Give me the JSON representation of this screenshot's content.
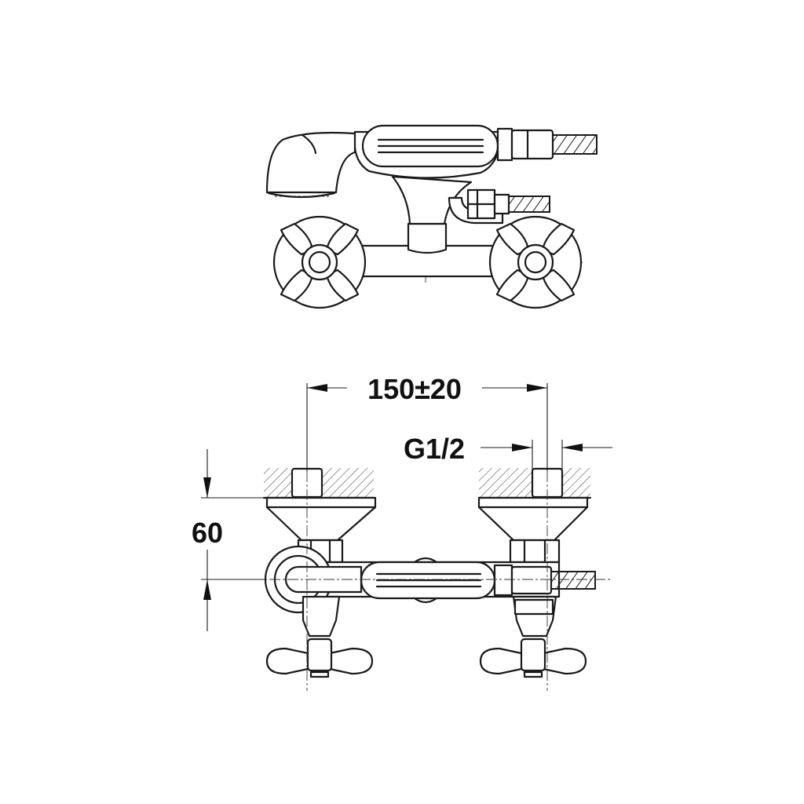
{
  "dimensions": {
    "spacing": "150±20",
    "thread": "G1/2",
    "depth": "60"
  },
  "colors": {
    "line": "#1a1a1a",
    "background": "#ffffff"
  }
}
